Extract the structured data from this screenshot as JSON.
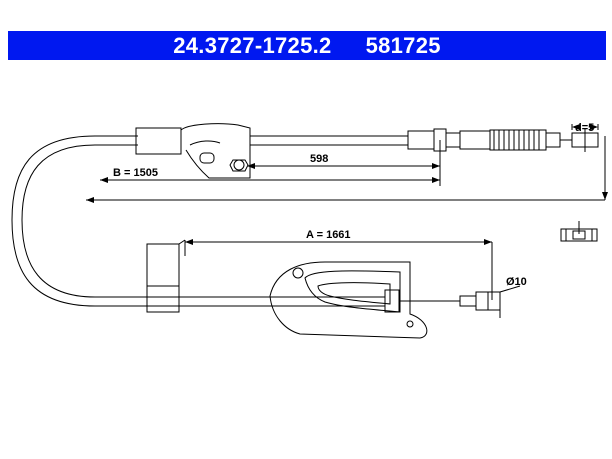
{
  "header": {
    "part_number": "24.3727-1725.2",
    "ref_number": "581725",
    "bg_color": "#0018f0"
  },
  "dimensions": {
    "segment_598": "598",
    "b_label": "B = 1505",
    "a_label": "A = 1661",
    "diameter_label": "Ø10",
    "d_label": "d=5"
  }
}
